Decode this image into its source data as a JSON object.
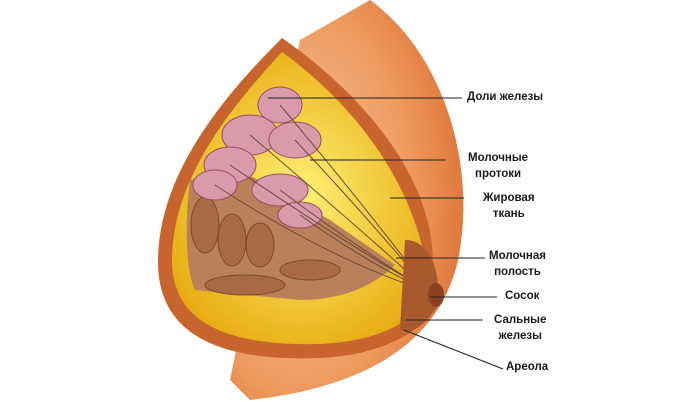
{
  "labels": {
    "lobes": "Доли железы",
    "ducts": [
      "Молочные",
      "протоки"
    ],
    "fat": [
      "Жировая",
      "ткань"
    ],
    "sinus": [
      "Молочная",
      "полость"
    ],
    "nipple": "Сосок",
    "glands": [
      "Сальные",
      "железы"
    ],
    "areola": "Ареола"
  },
  "colors": {
    "skin": "#e9894a",
    "fat": "#f2c41a",
    "lobe": "#d78aa0",
    "muscle": "#b77a52",
    "line": "#222222"
  }
}
